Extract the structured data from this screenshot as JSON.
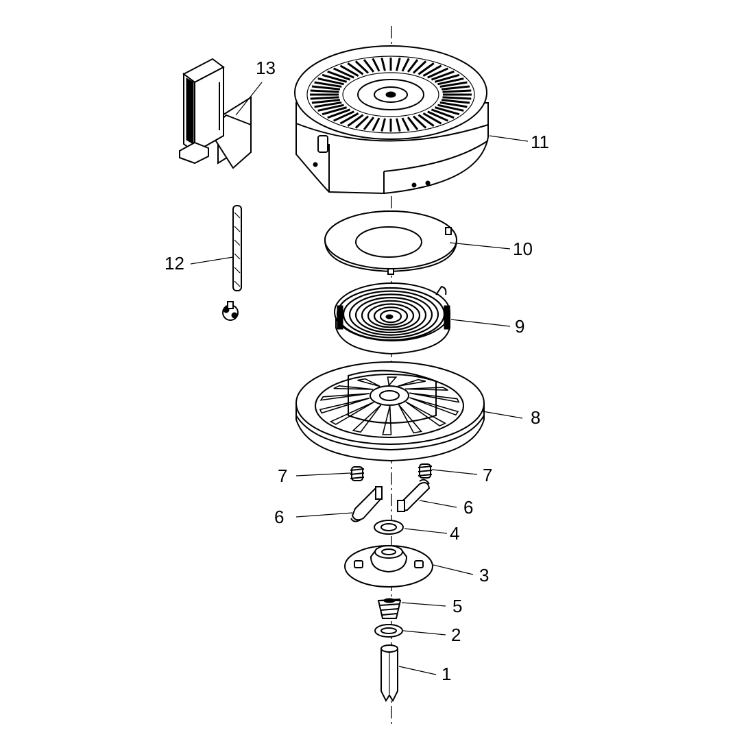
{
  "diagram": {
    "callouts": [
      {
        "id": "c13",
        "label": "13"
      },
      {
        "id": "c11",
        "label": "11"
      },
      {
        "id": "c12",
        "label": "12"
      },
      {
        "id": "c10",
        "label": "10"
      },
      {
        "id": "c9",
        "label": "9"
      },
      {
        "id": "c8",
        "label": "8"
      },
      {
        "id": "c7l",
        "label": "7"
      },
      {
        "id": "c7r",
        "label": "7"
      },
      {
        "id": "c6l",
        "label": "6"
      },
      {
        "id": "c6r",
        "label": "6"
      },
      {
        "id": "c4",
        "label": "4"
      },
      {
        "id": "c3",
        "label": "3"
      },
      {
        "id": "c5",
        "label": "5"
      },
      {
        "id": "c2",
        "label": "2"
      },
      {
        "id": "c1",
        "label": "1"
      }
    ],
    "parts": [
      "rope-handle",
      "starter-housing",
      "starter-rope",
      "rope-knot",
      "spring-cover-plate",
      "recoil-spring",
      "rope-pulley",
      "pawl-spring-left",
      "pawl-spring-right",
      "pawl-left",
      "pawl-right",
      "washer",
      "pawl-retainer",
      "retainer-spring",
      "lower-washer",
      "roll-pin"
    ]
  }
}
